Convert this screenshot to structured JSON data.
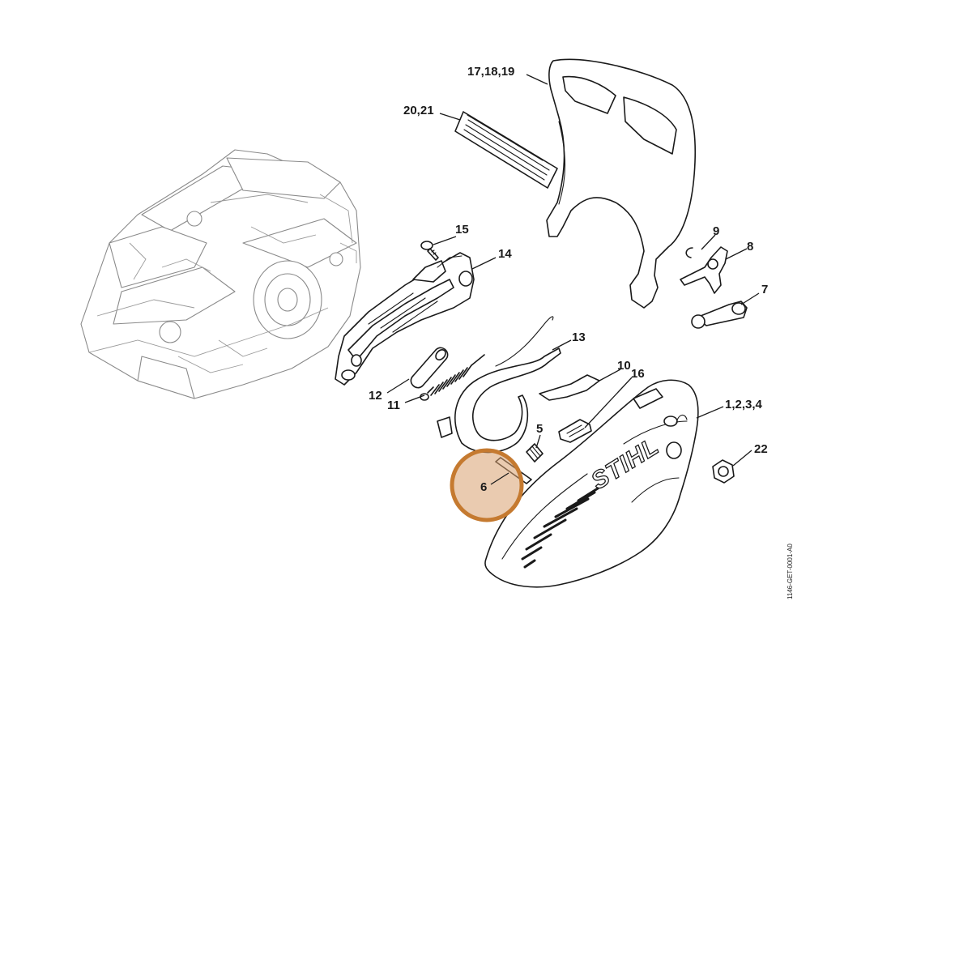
{
  "diagram": {
    "callouts": {
      "c17_18_19": "17,18,19",
      "c20_21": "20,21",
      "c15": "15",
      "c14": "14",
      "c9": "9",
      "c8": "8",
      "c7": "7",
      "c13": "13",
      "c12": "12",
      "c11": "11",
      "c10": "10",
      "c16": "16",
      "c1_2_3_4": "1,2,3,4",
      "c5": "5",
      "c22": "22",
      "c6": "6"
    },
    "highlighted_part": "6",
    "highlight_color": "#d9a070",
    "highlight_border_color": "#c57a30",
    "brand_text": "STIHL",
    "document_id": "1146-GET-0001-A0"
  }
}
